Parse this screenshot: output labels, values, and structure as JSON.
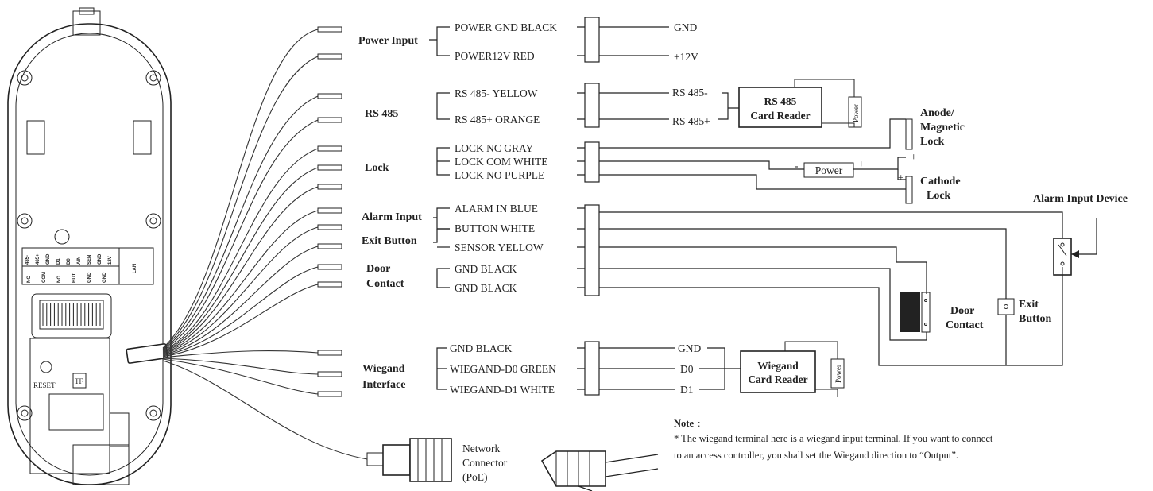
{
  "groups": {
    "power_input": "Power Input",
    "rs485": "RS 485",
    "lock": "Lock",
    "alarm_input": "Alarm Input",
    "exit_button": "Exit Button",
    "door_contact_1": "Door",
    "door_contact_2": "Contact",
    "wiegand_1": "Wiegand",
    "wiegand_2": "Interface"
  },
  "wires": [
    "POWER GND BLACK",
    "POWER12V RED",
    "RS 485- YELLOW",
    "RS 485+ ORANGE",
    "LOCK NC GRAY",
    "LOCK COM WHITE",
    "LOCK NO PURPLE",
    "ALARM IN BLUE",
    "BUTTON WHITE",
    "SENSOR YELLOW",
    "GND BLACK",
    "GND BLACK",
    "GND BLACK",
    "WIEGAND-D0 GREEN",
    "WIEGAND-D1 WHITE"
  ],
  "terminals": {
    "gnd": "GND",
    "plus12v": "+12V",
    "rs485_minus": "RS 485-",
    "rs485_plus": "RS 485+",
    "w_gnd": "GND",
    "d0": "D0",
    "d1": "D1"
  },
  "devices": {
    "rs485_reader_1": "RS 485",
    "rs485_reader_2": "Card Reader",
    "power": "Power",
    "anode_1": "Anode/",
    "anode_2": "Magnetic",
    "anode_3": "Lock",
    "cathode_1": "Cathode",
    "cathode_2": "Lock",
    "alarm_device": "Alarm Input Device",
    "door_contact_1": "Door",
    "door_contact_2": "Contact",
    "exit_button_1": "Exit",
    "exit_button_2": "Button",
    "wiegand_reader_1": "Wiegand",
    "wiegand_reader_2": "Card Reader"
  },
  "polarity": {
    "minus": "-",
    "plus": "+"
  },
  "network": {
    "line1": "Network",
    "line2": "Connector",
    "line3": "(PoE)"
  },
  "note": {
    "title": "Note",
    "line1": "* The wiegand terminal here is a wiegand input terminal. If you want to connect",
    "line2": "to an access controller, you shall set the Wiegand direction to “Output”."
  },
  "panel": {
    "reset": "RESET",
    "tf": "TF",
    "lan": "LAN",
    "top_pins": [
      "485-",
      "485+",
      "GND",
      "D1",
      "D0",
      "AIN",
      "SEN",
      "GND",
      "12V"
    ],
    "bottom_pins": [
      "NC",
      "COM",
      "NO",
      "BUT",
      "GND",
      "GND"
    ]
  }
}
